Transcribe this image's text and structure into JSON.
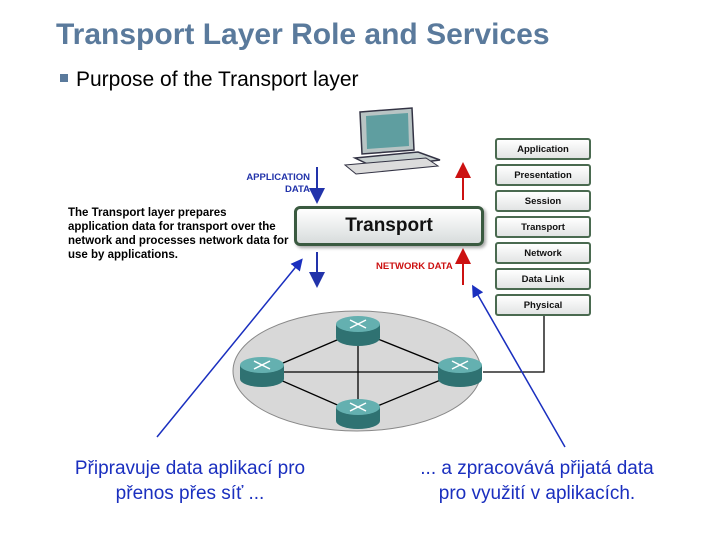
{
  "slide": {
    "title": "Transport Layer Role and Services",
    "bullet": "Purpose of the Transport layer"
  },
  "diagram": {
    "description": "The Transport layer prepares application data for transport over the network and processes network data for use by applications.",
    "application_data_label_line1": "APPLICATION",
    "application_data_label_line2": "DATA",
    "network_data_label": "NETWORK DATA",
    "transport_box_label": "Transport",
    "osi_layers": [
      "Application",
      "Presentation",
      "Session",
      "Transport",
      "Network",
      "Data Link",
      "Physical"
    ]
  },
  "captions": {
    "left_line1": "Připravuje data aplikací pro",
    "left_line2": "přenos přes síť ...",
    "right_line1": "... a zpracovává přijatá data",
    "right_line2": "pro využití v aplikacích."
  },
  "colors": {
    "title": "#5a7a9c",
    "caption": "#1a2fbf",
    "app_data": "#2233aa",
    "net_data": "#cc1111"
  }
}
